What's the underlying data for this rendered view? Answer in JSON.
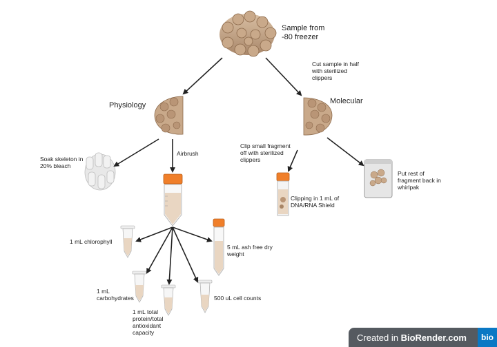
{
  "labels": {
    "sample": "Sample from\n-80 freezer",
    "cut": "Cut sample in half\nwith sterilized\nclippers",
    "physiology": "Physiology",
    "molecular": "Molecular",
    "soak": "Soak skeleton in\n20% bleach",
    "airbrush": "Airbrush",
    "clip_small": "Clip small fragment\noff with sterilized\nclippers",
    "put_rest": "Put rest of\nfragment back in\nwhirlpak",
    "clipping": "Clipping in 1 mL of\nDNA/RNA Shield",
    "chlorophyll": "1 mL chlorophyll",
    "ash": "5 mL ash free dry\nweight",
    "carbohydrates": "1 mL\ncarbohydrates",
    "protein": "1 mL total\nprotein/total\nantioxidant\ncapacity",
    "cell_counts": "500 uL cell counts"
  },
  "footer": {
    "prefix": "Created in ",
    "brand": "BioRender.com",
    "logo": "bio"
  },
  "colors": {
    "coral": "#c9a98a",
    "coral_dark": "#8c6a4c",
    "bleached": "#eeeeee",
    "tube_cap": "#f07f2a",
    "tube_liquid": "#e9d6c2",
    "arrow": "#222222",
    "footer_bg": "#555a60",
    "logo_bg": "#0a78c4"
  }
}
